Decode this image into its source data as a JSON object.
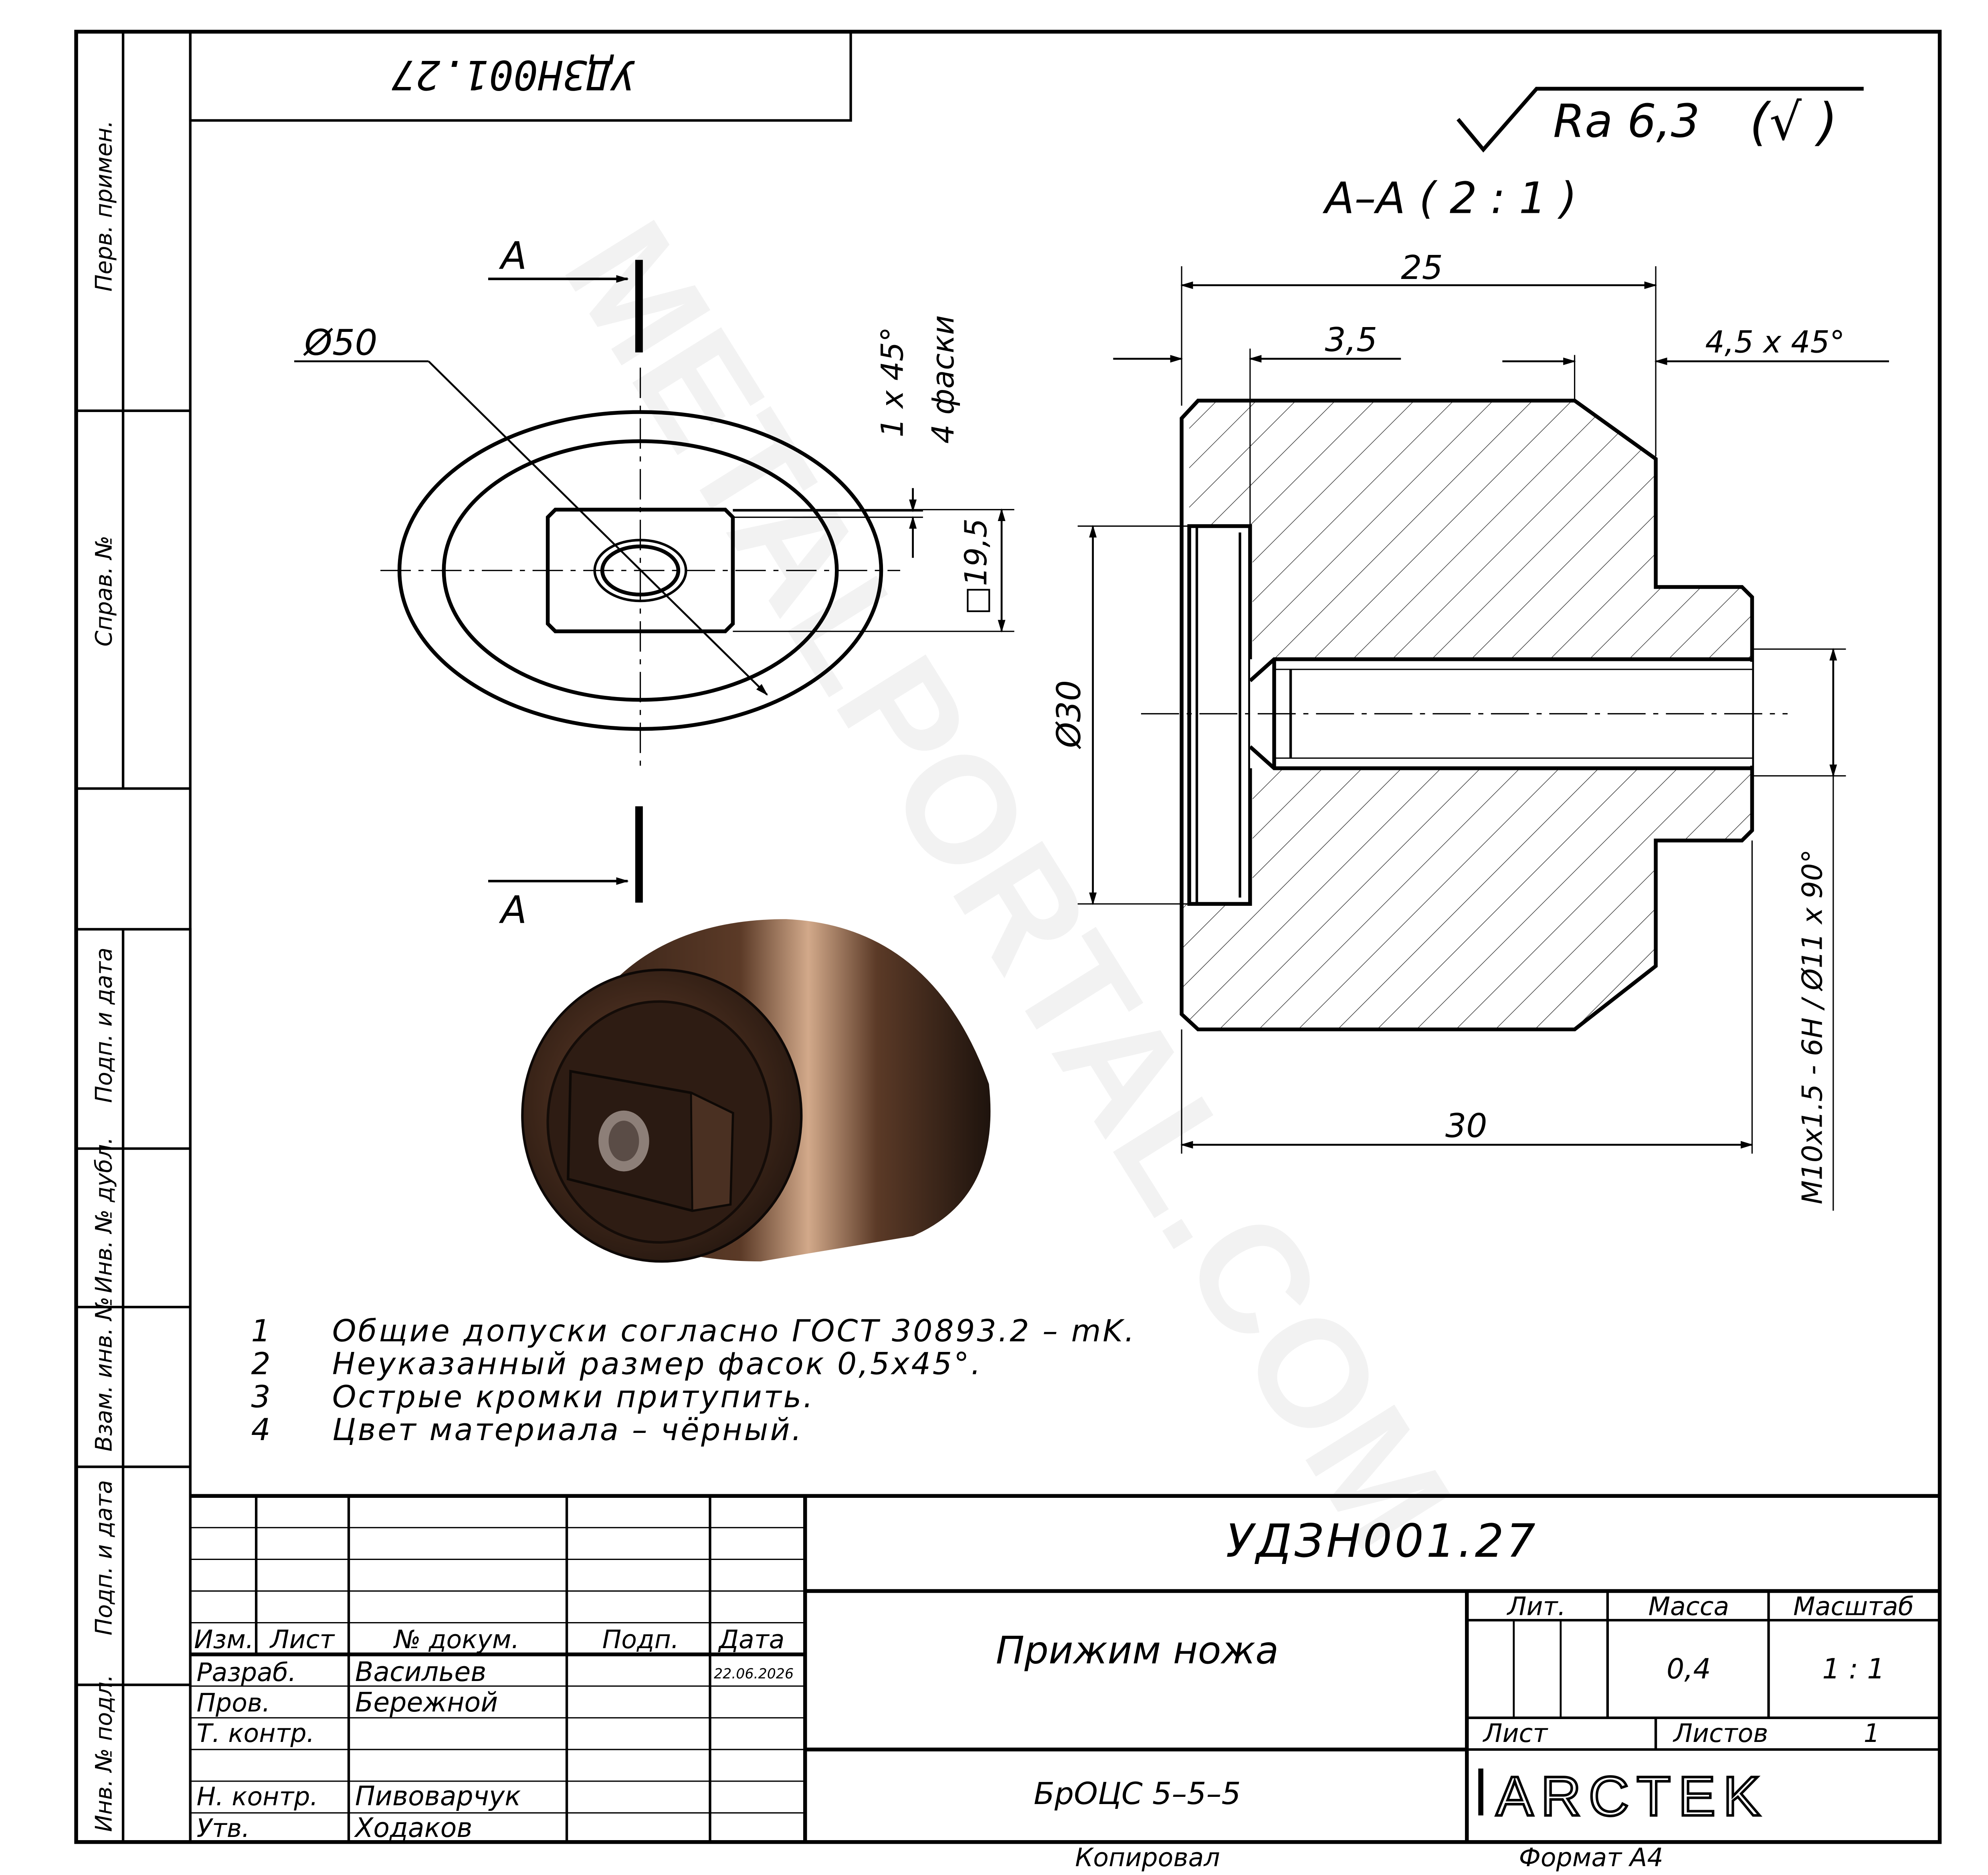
{
  "designation": "УДЗН001.27",
  "designation_mirrored": "УДЗН001.27",
  "roughness": {
    "symbol_text": "Ra 6,3",
    "suffix": "(√ )"
  },
  "section_title": "А–А ( 2 : 1 )",
  "section_letter_top": "А",
  "section_letter_bottom": "А",
  "dimensions": {
    "d50": "Ø50",
    "chamfer_note_1": "1 x 45°",
    "chamfer_note_2": "4 фаски",
    "square": "□19,5",
    "d30": "Ø30",
    "len25": "25",
    "len3_5": "3,5",
    "chamfer45": "4,5 x 45°",
    "len30": "30",
    "thread": "M10x1.5 - 6H / Ø11 x 90°"
  },
  "notes": [
    {
      "num": "1",
      "text": "Общие допуски согласно ГОСТ 30893.2 – mK."
    },
    {
      "num": "2",
      "text": "Неуказанный размер фасок 0,5x45°."
    },
    {
      "num": "3",
      "text": "Острые кромки притупить."
    },
    {
      "num": "4",
      "text": "Цвет материала – чёрный."
    }
  ],
  "watermark": "METALPORTAL.COM",
  "side_column": {
    "perv_primen": "Перв. примен.",
    "sprav_no": "Справ. №",
    "podp_data_1": "Подп. и дата",
    "inv_dubl": "Инв. № дубл.",
    "vzam_inv": "Взам. инв. №",
    "podp_data_2": "Подп. и дата",
    "inv_podl": "Инв. № подл."
  },
  "title_block": {
    "designation": "УДЗН001.27",
    "part_name": "Прижим ножа",
    "material": "БрОЦС 5–5–5",
    "headers": {
      "izm": "Изм.",
      "list": "Лист",
      "doc_no": "№ докум.",
      "podp": "Подп.",
      "data": "Дата"
    },
    "roles": {
      "razrab": "Разраб.",
      "prov": "Пров.",
      "t_kontr": "Т. контр.",
      "n_kontr": "Н. контр.",
      "utv": "Утв."
    },
    "people": {
      "razrab": "Васильев",
      "prov": "Бережной",
      "n_kontr": "Пивоварчук",
      "utv": "Ходаков"
    },
    "date": "22.06.2026",
    "lit_label": "Лит.",
    "mass_label": "Масса",
    "scale_label": "Масштаб",
    "mass": "0,4",
    "scale": "1 : 1",
    "sheet_label": "Лист",
    "sheets_label": "Листов",
    "sheets": "1",
    "logo": "ARCTEK",
    "copied": "Копировал",
    "format": "Формат А4"
  }
}
